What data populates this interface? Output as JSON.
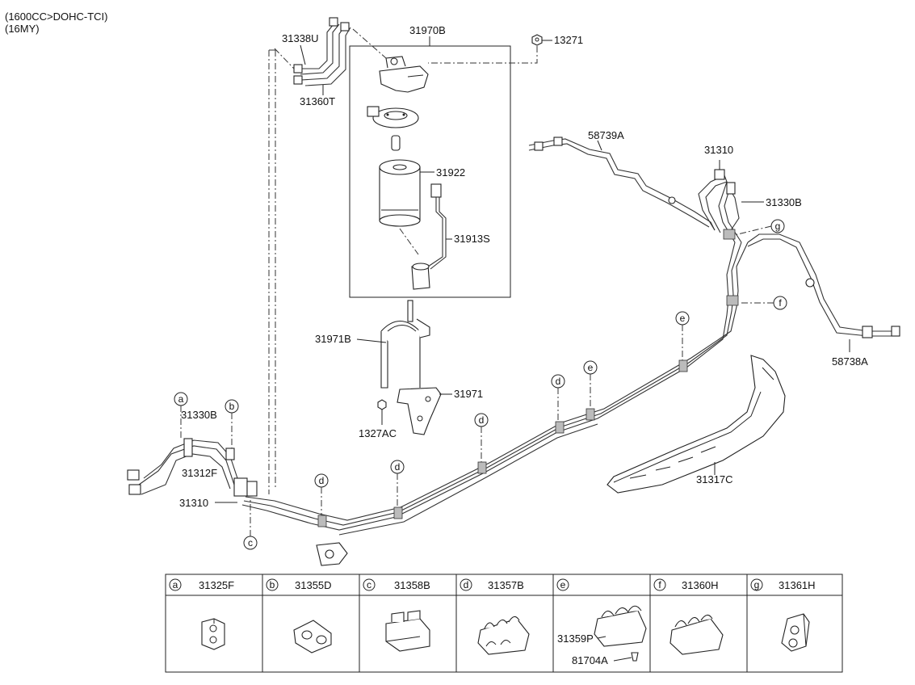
{
  "header": {
    "engine": "(1600CC>DOHC-TCI)",
    "model_year": "(16MY)"
  },
  "callouts": {
    "p31338U": "31338U",
    "p31360T": "31360T",
    "p31970B": "31970B",
    "p13271": "13271",
    "p31922": "31922",
    "p31913S": "31913S",
    "p58739A": "58739A",
    "p31310_top": "31310",
    "p31330B_top": "31330B",
    "p31971B": "31971B",
    "p31971": "31971",
    "p1327AC": "1327AC",
    "p58738A": "58738A",
    "p31330B_left": "31330B",
    "p31312F": "31312F",
    "p31310_left": "31310",
    "p31317C": "31317C"
  },
  "letters": {
    "a": "a",
    "b": "b",
    "c": "c",
    "d": "d",
    "e": "e",
    "f": "f",
    "g": "g"
  },
  "legend": [
    {
      "letter": "a",
      "part": "31325F"
    },
    {
      "letter": "b",
      "part": "31355D"
    },
    {
      "letter": "c",
      "part": "31358B"
    },
    {
      "letter": "d",
      "part": "31357B"
    },
    {
      "letter": "e",
      "part": ""
    },
    {
      "letter": "f",
      "part": "31360H"
    },
    {
      "letter": "g",
      "part": "31361H"
    }
  ],
  "legend_e_subparts": {
    "upper": "31359P",
    "lower": "81704A"
  },
  "colors": {
    "line": "#222222",
    "background": "#ffffff"
  }
}
